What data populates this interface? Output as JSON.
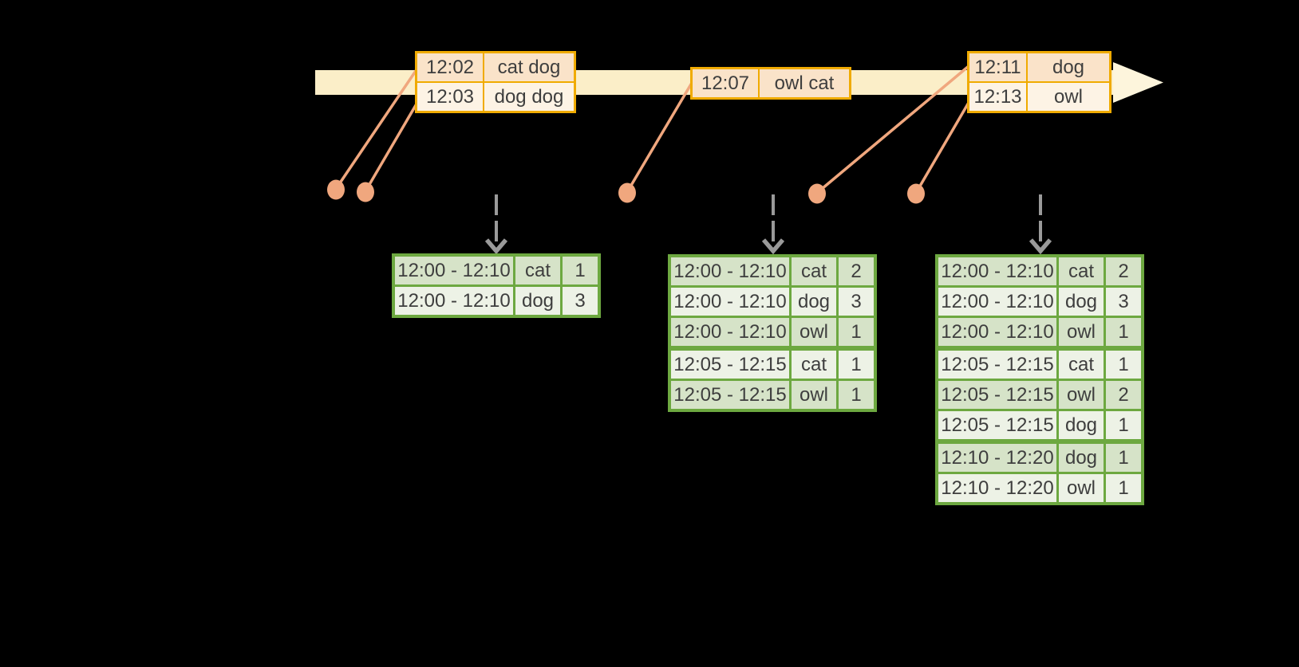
{
  "timeline_tables": [
    {
      "rows": [
        {
          "time": "12:02",
          "words": "cat dog"
        },
        {
          "time": "12:03",
          "words": "dog dog"
        }
      ]
    },
    {
      "rows": [
        {
          "time": "12:07",
          "words": "owl cat"
        }
      ]
    },
    {
      "rows": [
        {
          "time": "12:11",
          "words": "dog"
        },
        {
          "time": "12:13",
          "words": "owl"
        }
      ]
    }
  ],
  "result_tables": [
    {
      "rows": [
        {
          "window": "12:00 - 12:10",
          "word": "cat",
          "count": "1"
        },
        {
          "window": "12:00 - 12:10",
          "word": "dog",
          "count": "3"
        }
      ]
    },
    {
      "rows": [
        {
          "window": "12:00 - 12:10",
          "word": "cat",
          "count": "2"
        },
        {
          "window": "12:00 - 12:10",
          "word": "dog",
          "count": "3"
        },
        {
          "window": "12:00 - 12:10",
          "word": "owl",
          "count": "1"
        },
        {
          "window": "12:05 - 12:15",
          "word": "cat",
          "count": "1"
        },
        {
          "window": "12:05 - 12:15",
          "word": "owl",
          "count": "1"
        }
      ]
    },
    {
      "rows": [
        {
          "window": "12:00 - 12:10",
          "word": "cat",
          "count": "2"
        },
        {
          "window": "12:00 - 12:10",
          "word": "dog",
          "count": "3"
        },
        {
          "window": "12:00 - 12:10",
          "word": "owl",
          "count": "1"
        },
        {
          "window": "12:05 - 12:15",
          "word": "cat",
          "count": "1"
        },
        {
          "window": "12:05 - 12:15",
          "word": "owl",
          "count": "2"
        },
        {
          "window": "12:05 - 12:15",
          "word": "dog",
          "count": "1"
        },
        {
          "window": "12:10 - 12:20",
          "word": "dog",
          "count": "1"
        },
        {
          "window": "12:10 - 12:20",
          "word": "owl",
          "count": "1"
        }
      ]
    }
  ],
  "colors": {
    "background": "#000000",
    "timeline_bar": "#FBEEC8",
    "timeline_arrowhead": "#FDF5DC",
    "event_table_border": "#F0AB00",
    "event_row_dark": "#FAE3C9",
    "event_row_light": "#FDF3E5",
    "connector_and_dots": "#F0A77E",
    "trigger_arrow": "#9A9A9A",
    "result_table_border": "#6DA840",
    "result_row_dark": "#D6E3C8",
    "result_row_light": "#EDF2E6",
    "text": "#3E3E3E"
  }
}
